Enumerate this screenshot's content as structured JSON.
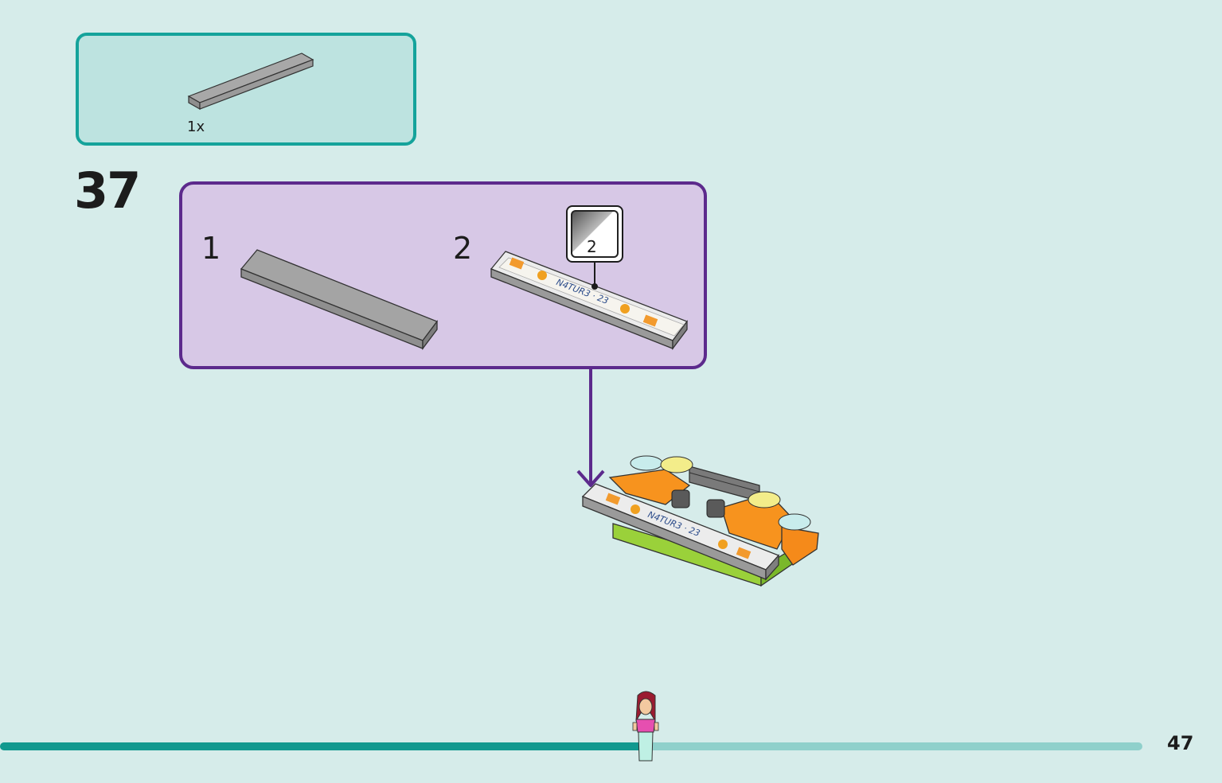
{
  "parts_list": {
    "items": [
      {
        "part": "gray-tile-1x6-icon",
        "quantity": "1x"
      }
    ]
  },
  "step": {
    "number": "37",
    "substeps": [
      {
        "label": "1",
        "part": "gray-tile-1x6-icon"
      },
      {
        "label": "2",
        "part": "printed-tile-icon",
        "sticker_number": "2",
        "print_text": "N4TUR3 · 23"
      }
    ],
    "model_print_text": "N4TUR3 · 23"
  },
  "footer": {
    "page_number": "47",
    "progress_fraction": 0.565
  },
  "colors": {
    "background": "#d6ecea",
    "parts_box_border": "#15a39b",
    "substep_box_border": "#5c2a8c",
    "progress_filled": "#12998f",
    "progress_track": "#8fd0cb"
  }
}
